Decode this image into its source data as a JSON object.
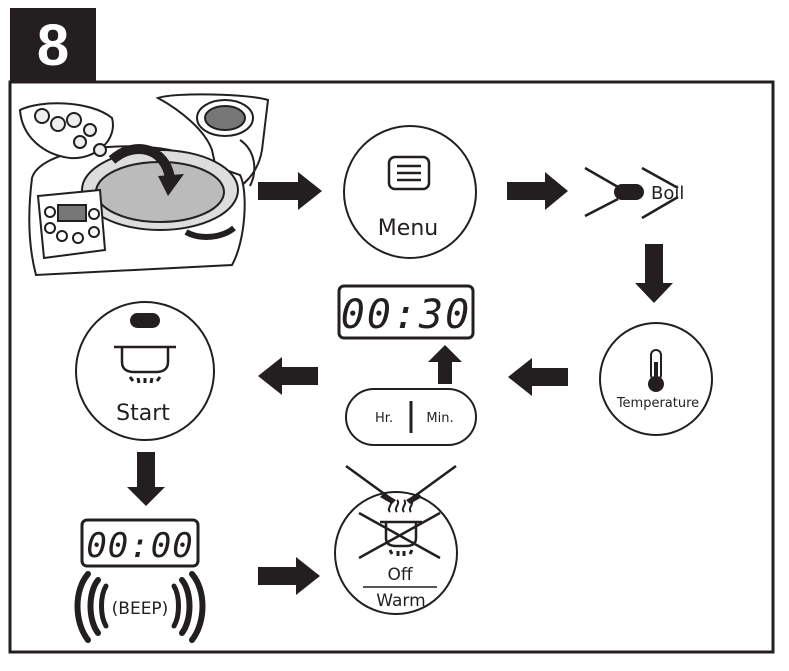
{
  "step_number": "8",
  "menu_label": "Menu",
  "boil_label": "Boil",
  "temperature_label": "Temperature",
  "timer_display": "00:30",
  "hour_label": "Hr.",
  "minute_label": "Min.",
  "start_label": "Start",
  "done_display": "00:00",
  "beep_label": "BEEP",
  "off_label": "Off",
  "warm_label": "Warm",
  "colors": {
    "ink": "#231f20",
    "paper": "#ffffff"
  },
  "icons": [
    "rice-cooker-illustration",
    "arrow-right-icon",
    "arrow-down-icon",
    "arrow-left-icon",
    "arrow-up-icon",
    "menu-list-icon",
    "thermometer-icon",
    "pot-icon",
    "steam-pot-icon",
    "sound-waves-icon"
  ]
}
